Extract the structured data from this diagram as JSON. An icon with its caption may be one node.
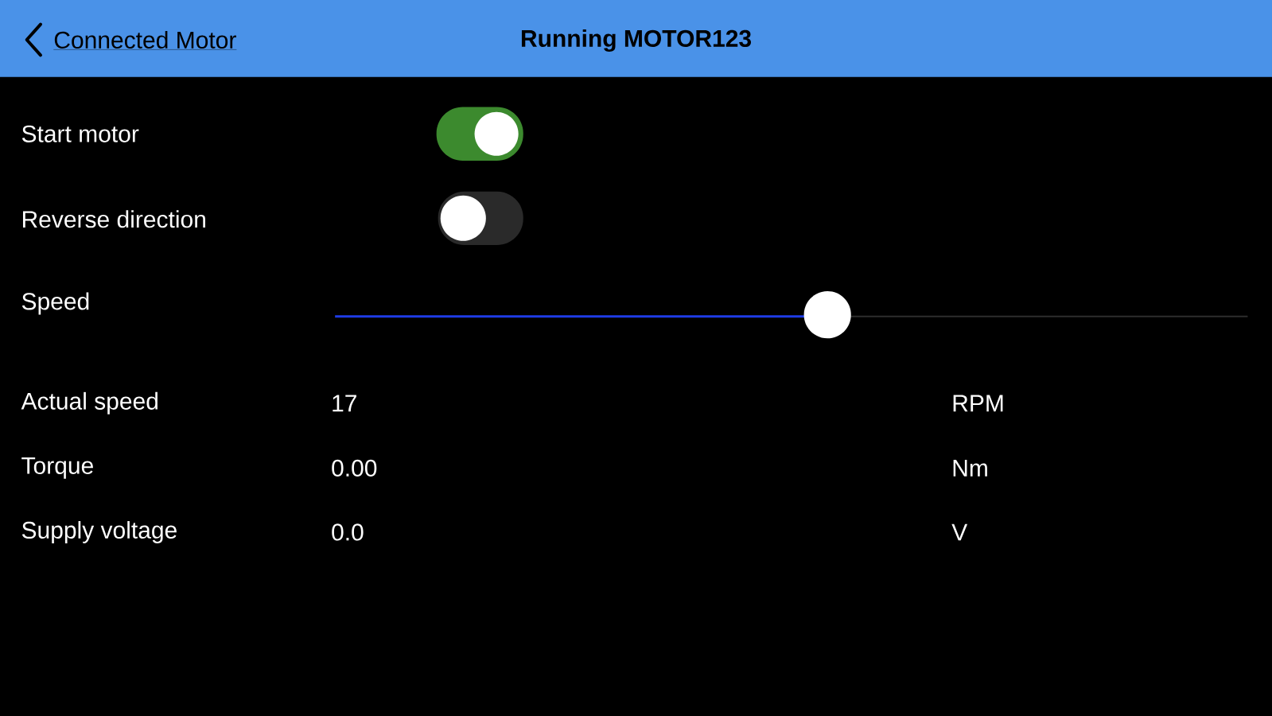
{
  "diagram": {
    "title": "Running MOTOR123",
    "labels": [
      "Connected Motor",
      "Start motor",
      "Reverse direction",
      "Speed",
      "Actual speed",
      "17",
      "RPM",
      "Torque",
      "0.00",
      "Nm",
      "Supply voltage",
      "0.0",
      "V"
    ]
  }
}
